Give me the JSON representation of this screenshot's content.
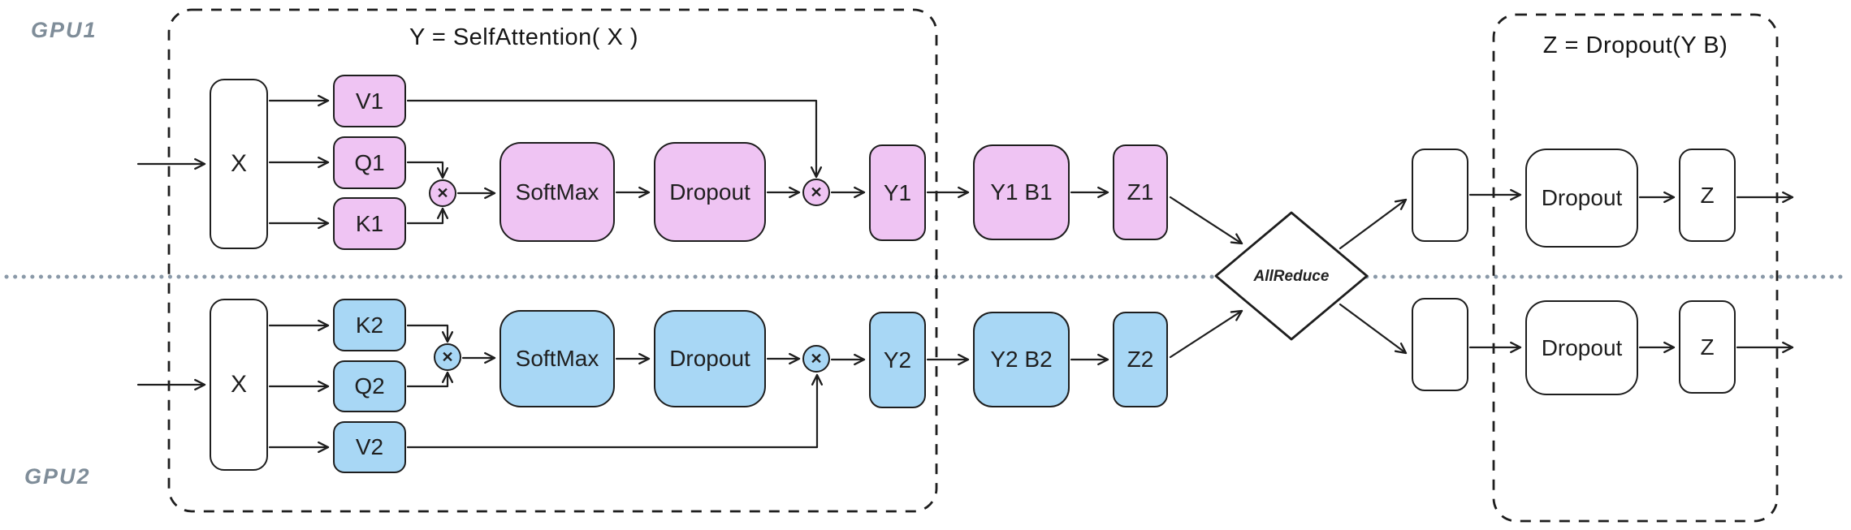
{
  "colors": {
    "gpu1_fill": "#efc4f3",
    "gpu2_fill": "#a8d7f5",
    "stroke": "#1e1e1e",
    "gpu_label": "#7f8d99",
    "separator": "#8a99a8"
  },
  "symbols": {
    "multiply": "✕"
  },
  "attention_block": {
    "title": "Y = SelfAttention( X )"
  },
  "output_block": {
    "title": "Z = Dropout(Y B)",
    "gpu1_row": {
      "dropout": "Dropout",
      "z": "Z"
    },
    "gpu2_row": {
      "dropout": "Dropout",
      "z": "Z"
    }
  },
  "allreduce": {
    "label": "AllReduce"
  },
  "gpu1": {
    "label": "GPU1",
    "nodes": {
      "input": "X",
      "v": "V1",
      "q": "Q1",
      "k": "K1",
      "softmax": "SoftMax",
      "dropout": "Dropout",
      "y": "Y1",
      "yb": "Y1 B1",
      "z": "Z1"
    }
  },
  "gpu2": {
    "label": "GPU2",
    "nodes": {
      "input": "X",
      "k": "K2",
      "q": "Q2",
      "v": "V2",
      "softmax": "SoftMax",
      "dropout": "Dropout",
      "y": "Y2",
      "yb": "Y2 B2",
      "z": "Z2"
    }
  }
}
